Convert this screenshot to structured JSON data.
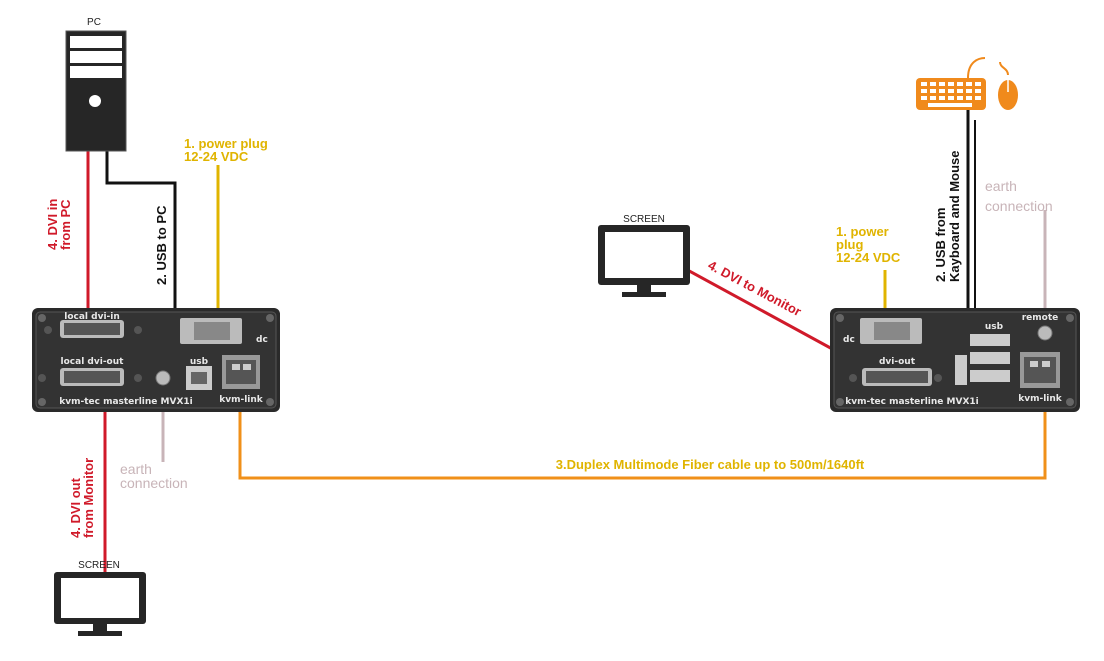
{
  "title": "",
  "colors": {
    "dvi_red": "#d01a2a",
    "usb_black": "#111111",
    "power_yellow": "#e0b400",
    "fiber_orange": "#f0901a",
    "earth_gray": "#c8b4b8",
    "device_dark": "#262626",
    "keyboard_orange": "#f08a1c"
  },
  "labels": {
    "pc": "PC",
    "screen_top": "SCREEN",
    "screen_bottom": "SCREEN",
    "power_left_1": "1. power plug",
    "power_left_2": "12-24 VDC",
    "power_right_1": "1. power",
    "power_right_2": "plug",
    "power_right_3": "12-24 VDC",
    "dvi_in_1": "4. DVI in",
    "dvi_in_2": "from PC",
    "usb_pc": "2. USB to PC",
    "usb_kbd_1": "2. USB from",
    "usb_kbd_2": "Kayboard and Mouse",
    "dvi_monitor": "4. DVI to Monitor",
    "dvi_out_1": "4. DVI out",
    "dvi_out_2": "from Monitor",
    "earth_left_1": "earth",
    "earth_left_2": "connection",
    "earth_right_1": "earth",
    "earth_right_2": "connection",
    "fiber": "3.Duplex Multimode Fiber cable up to 500m/1640ft"
  },
  "local_unit": {
    "port_local_dvi_in": "local dvi-in",
    "port_local_dvi_out": "local dvi-out",
    "port_dc": "dc",
    "port_usb": "usb",
    "port_kvm_link": "kvm-link",
    "model": "kvm-tec masterline MVX1i"
  },
  "remote_unit": {
    "port_dc": "dc",
    "port_usb": "usb",
    "port_remote": "remote",
    "port_dvi_out": "dvi-out",
    "port_kvm_link": "kvm-link",
    "model": "kvm-tec masterline MVX1i"
  }
}
